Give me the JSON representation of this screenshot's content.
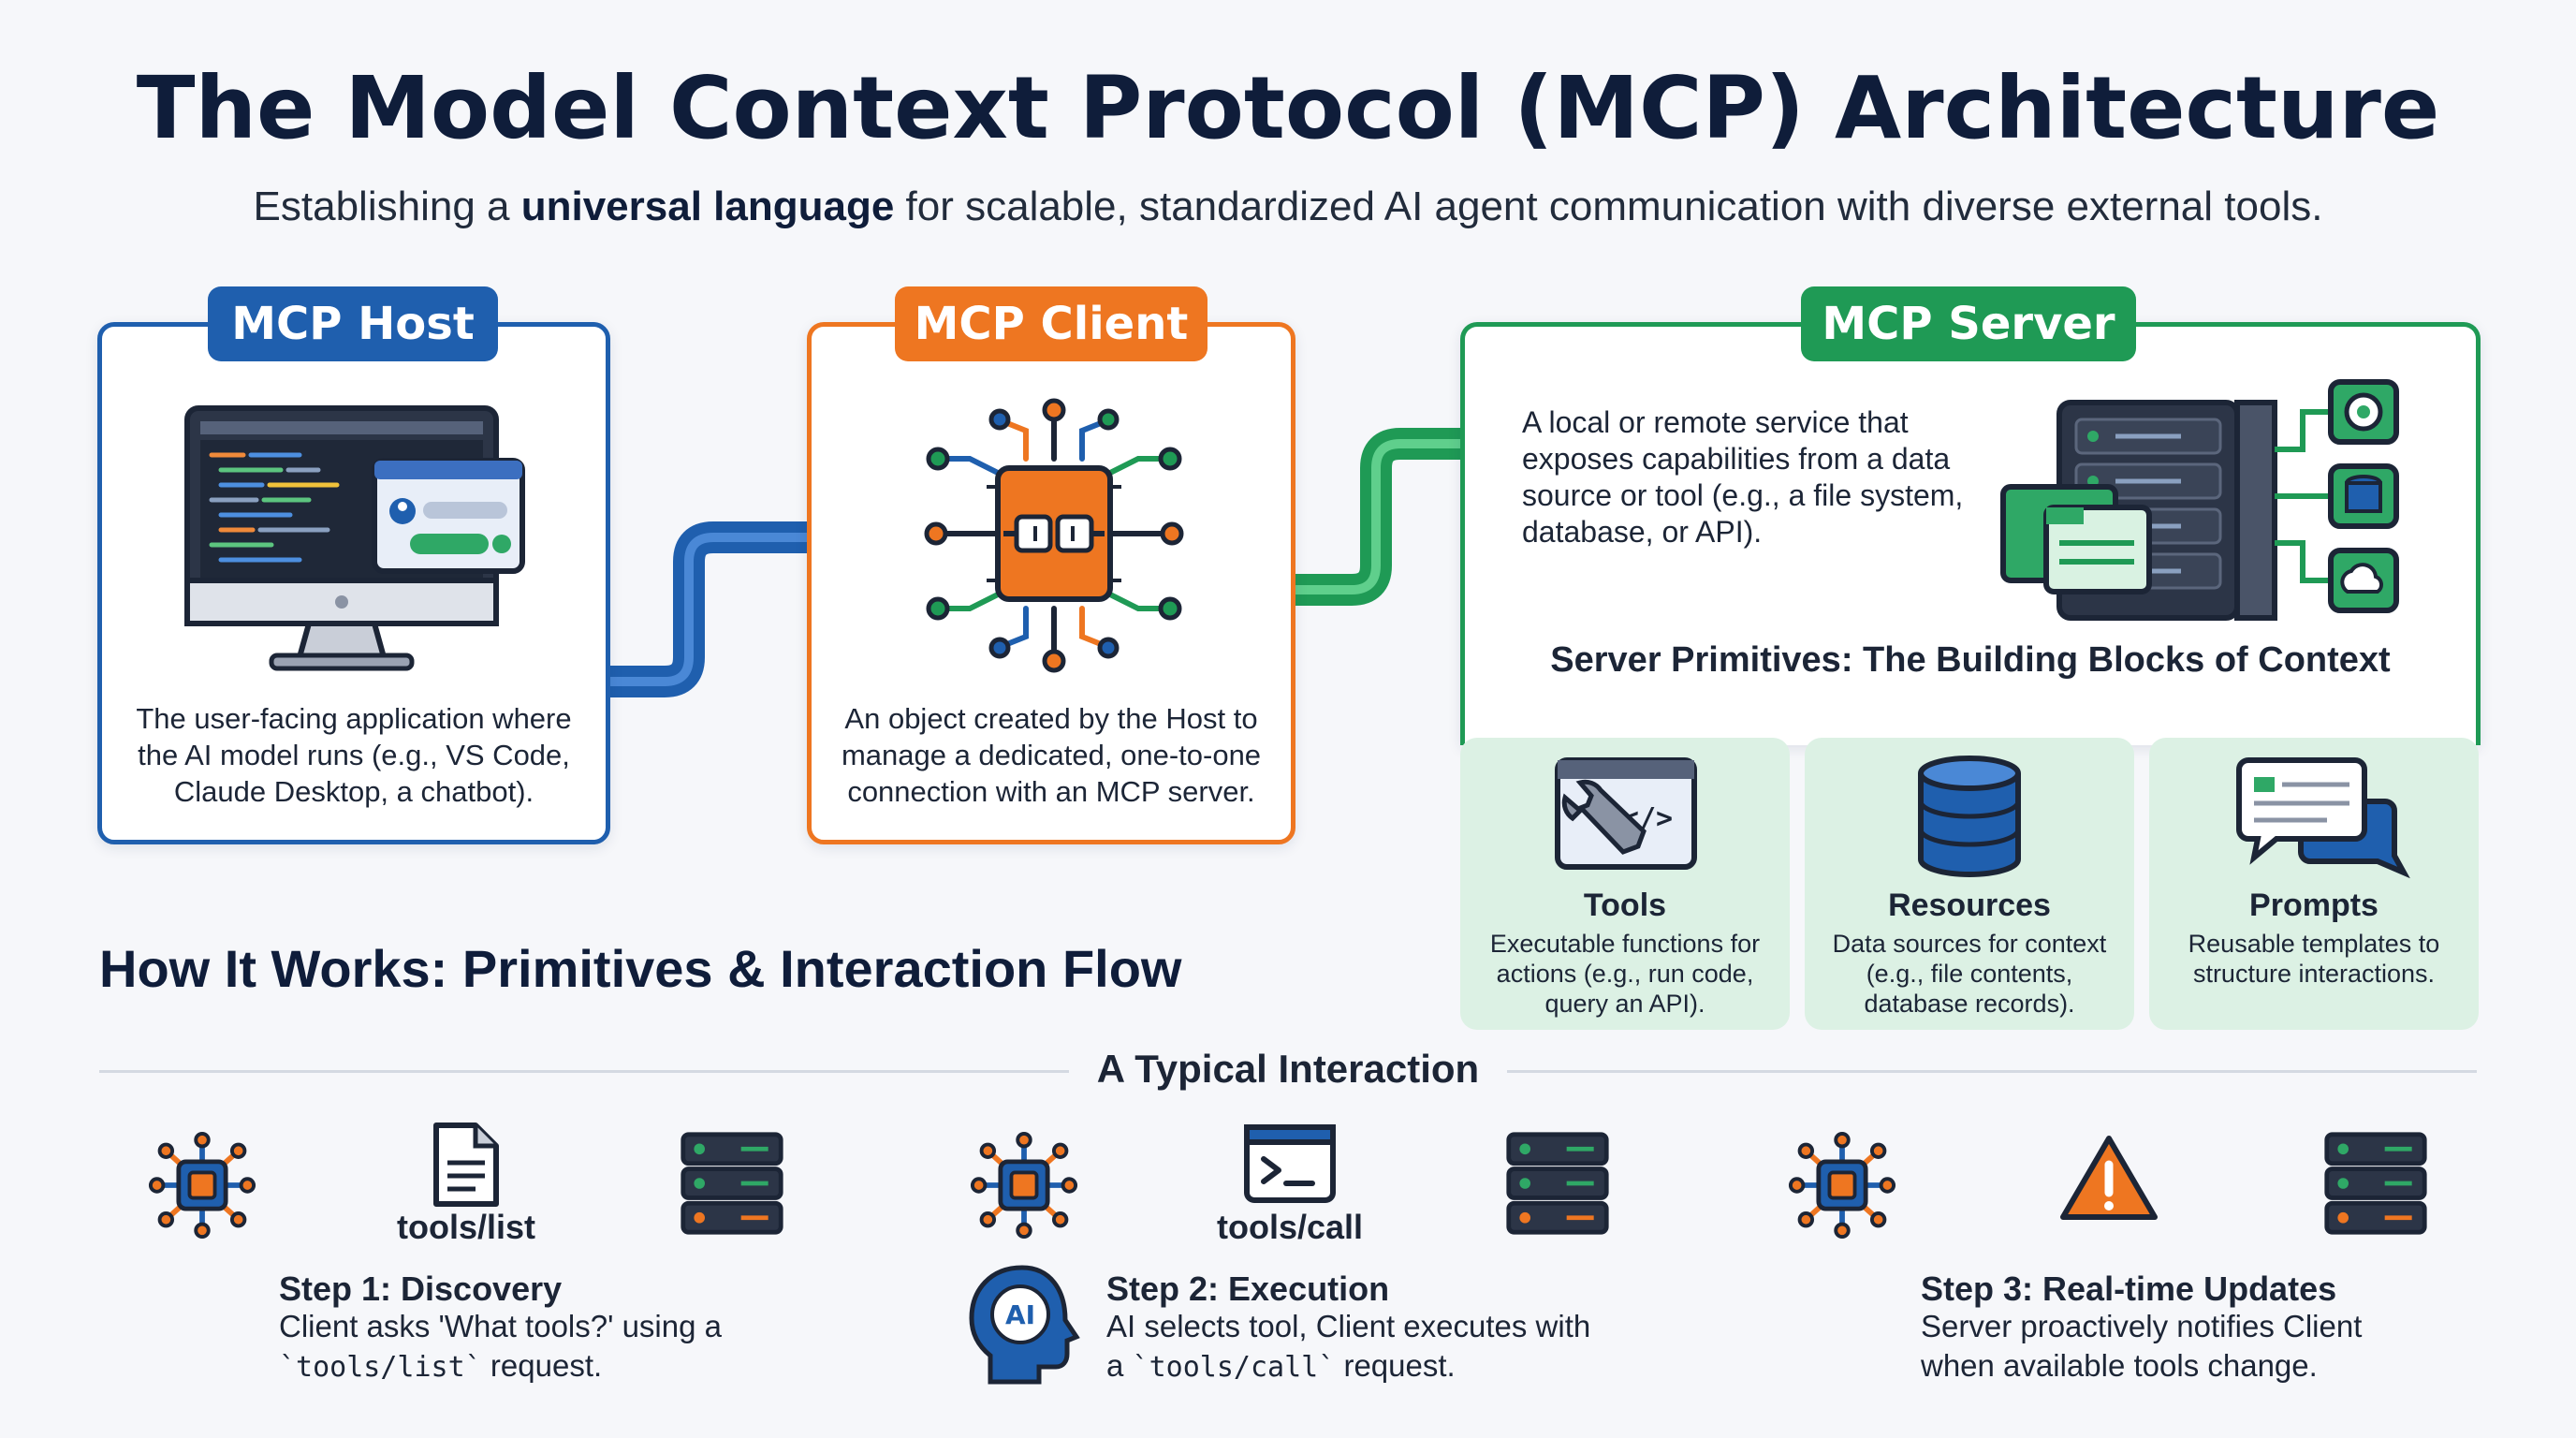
{
  "title": "The Model Context Protocol (MCP) Architecture",
  "subtitle": {
    "before": "Establishing a ",
    "bold": "universal language",
    "after": " for scalable, standardized AI agent communication with diverse external tools."
  },
  "host": {
    "label": "MCP Host",
    "description": "The user-facing application where the AI model runs (e.g., VS Code, Claude Desktop, a chatbot)."
  },
  "client": {
    "label": "MCP Client",
    "description": "An object created by the Host to manage a dedicated, one-to-one connection with an MCP server."
  },
  "server": {
    "label": "MCP Server",
    "description": "A local or remote service that exposes capabilities from a data source or tool (e.g., a file system, database, or API).",
    "primitives_heading": "Server Primitives: The Building Blocks of Context",
    "primitives": [
      {
        "name": "Tools",
        "description": "Executable functions for actions (e.g., run code, query an API).",
        "icon": "tools-window-icon"
      },
      {
        "name": "Resources",
        "description": "Data sources for context (e.g., file contents, database records).",
        "icon": "database-icon"
      },
      {
        "name": "Prompts",
        "description": "Reusable templates to structure interactions.",
        "icon": "chat-template-icon"
      }
    ]
  },
  "how_it_works": {
    "heading": "How It Works: Primitives & Interaction Flow",
    "interaction_heading": "A Typical Interaction",
    "steps": [
      {
        "label": "tools/list",
        "title": "Step 1: Discovery",
        "desc_before": "Client asks 'What tools?' using a ",
        "desc_code": "`tools/list`",
        "desc_after": " request.",
        "icon": "document-icon"
      },
      {
        "label": "tools/call",
        "title": "Step 2: Execution",
        "desc_before": "AI selects tool, Client executes with a ",
        "desc_code": "`tools/call`",
        "desc_after": " request.",
        "icon": "terminal-icon",
        "ai_badge": "AI"
      },
      {
        "label": "",
        "title": "Step 3: Real-time Updates",
        "desc_before": "Server proactively notifies Client when available tools change.",
        "desc_code": "",
        "desc_after": "",
        "icon": "warning-icon"
      }
    ]
  },
  "colors": {
    "host": "#1f5fae",
    "client": "#ee7621",
    "server": "#1f9a55",
    "primitive_bg": "#dcf1e4",
    "title": "#0f1d3a"
  }
}
